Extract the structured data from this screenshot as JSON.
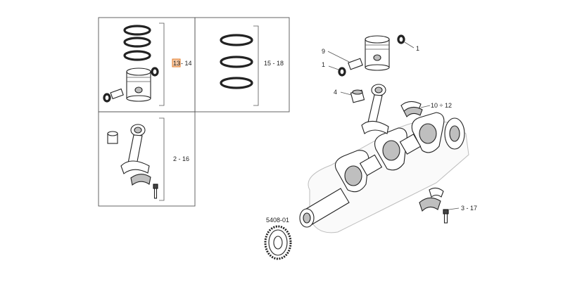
{
  "callouts": {
    "piston_kit": {
      "highlight": "13",
      "rest": " - 14"
    },
    "rings": "15 - 18",
    "conrod": "2 - 16",
    "pin_1": "9",
    "clip_a": "1",
    "clip_b": "1",
    "bushing": "4",
    "bearing_shells": "10 ÷ 12",
    "cap_bolt": "3 - 17",
    "drawing_id": "5408-01"
  },
  "colors": {
    "highlight_fill": "#f7c9a4",
    "highlight_stroke": "#e07b2a",
    "line": "#222222"
  }
}
